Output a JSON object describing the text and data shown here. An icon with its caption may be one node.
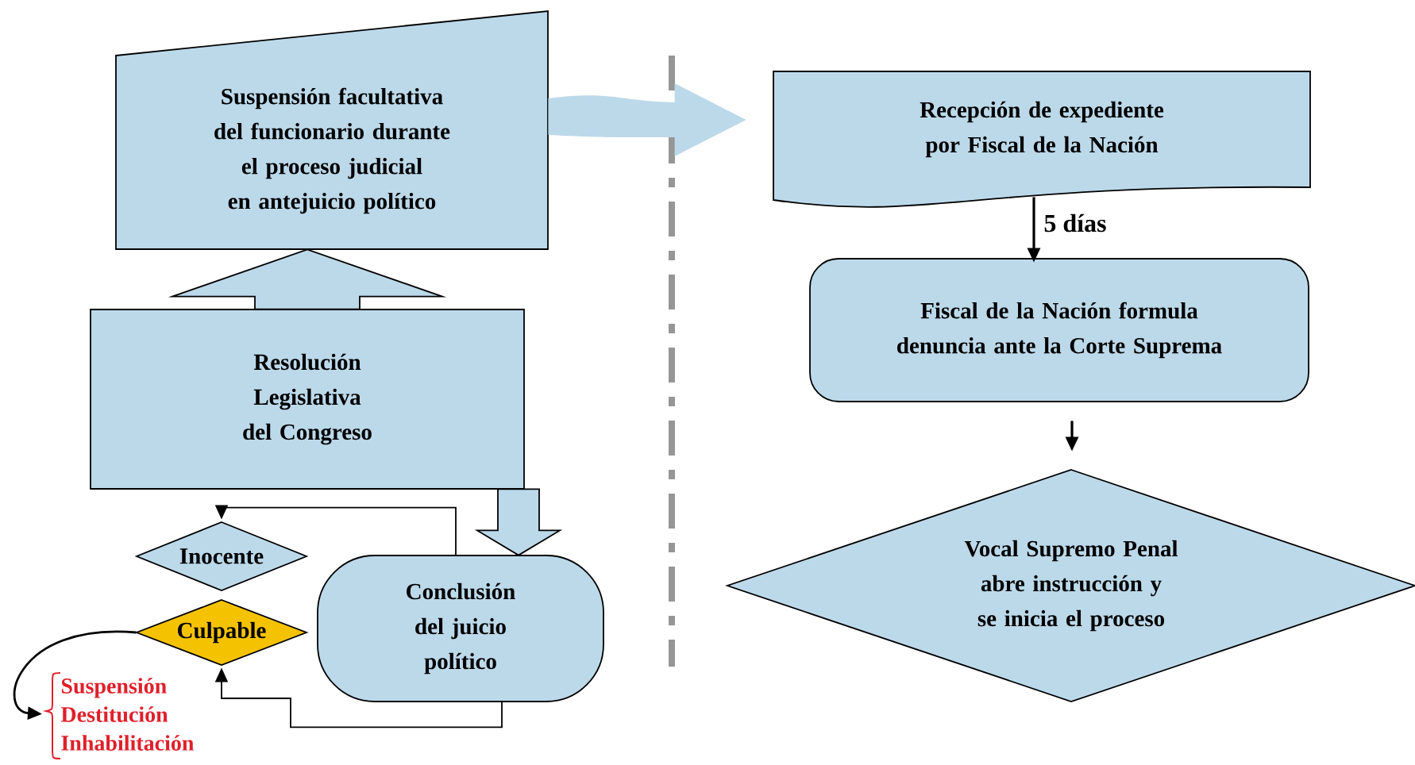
{
  "diagram": {
    "nodes": [
      {
        "text": [
          "Suspensión facultativa del funcionario durante el proceso judicial en antejuicio político"
        ]
      },
      {
        "text": [
          "Resolución Legislativa del Congreso"
        ]
      },
      {
        "text": [
          "Inocente"
        ]
      },
      {
        "text": [
          "Conclusión del juicio político"
        ]
      },
      {
        "text": [
          "Culpable"
        ]
      },
      {
        "text": [
          "Suspensión",
          "Destitución",
          "Inhabilitación"
        ]
      },
      {
        "text": [
          "Recepción de expediente por Fiscal de la Nación"
        ]
      },
      {
        "text": [
          "Fiscal de la Nación formula denuncia ante la Corte Suprema"
        ]
      },
      {
        "text": [
          "Vocal Supremo Penal abre instrucción y se inicia el proceso"
        ]
      }
    ],
    "edges": [
      {
        "from": 1,
        "to": 0,
        "arrow": "to",
        "style": "thick",
        "color": "#bcd9ea"
      },
      {
        "from": 0,
        "to": 6,
        "arrow": "to",
        "style": "thick",
        "color": "#bcd9ea"
      },
      {
        "from": 1,
        "to": 3,
        "arrow": "to",
        "style": "thick",
        "color": "#bcd9ea"
      },
      {
        "from": 3,
        "to": 2,
        "arrow": "to"
      },
      {
        "from": 3,
        "to": 4,
        "arrow": "to"
      },
      {
        "from": 4,
        "to": 5,
        "arrow": "to"
      },
      {
        "from": 6,
        "to": 7,
        "arrow": "to",
        "label": "5 días"
      },
      {
        "from": 7,
        "to": 8,
        "arrow": "to"
      }
    ]
  }
}
